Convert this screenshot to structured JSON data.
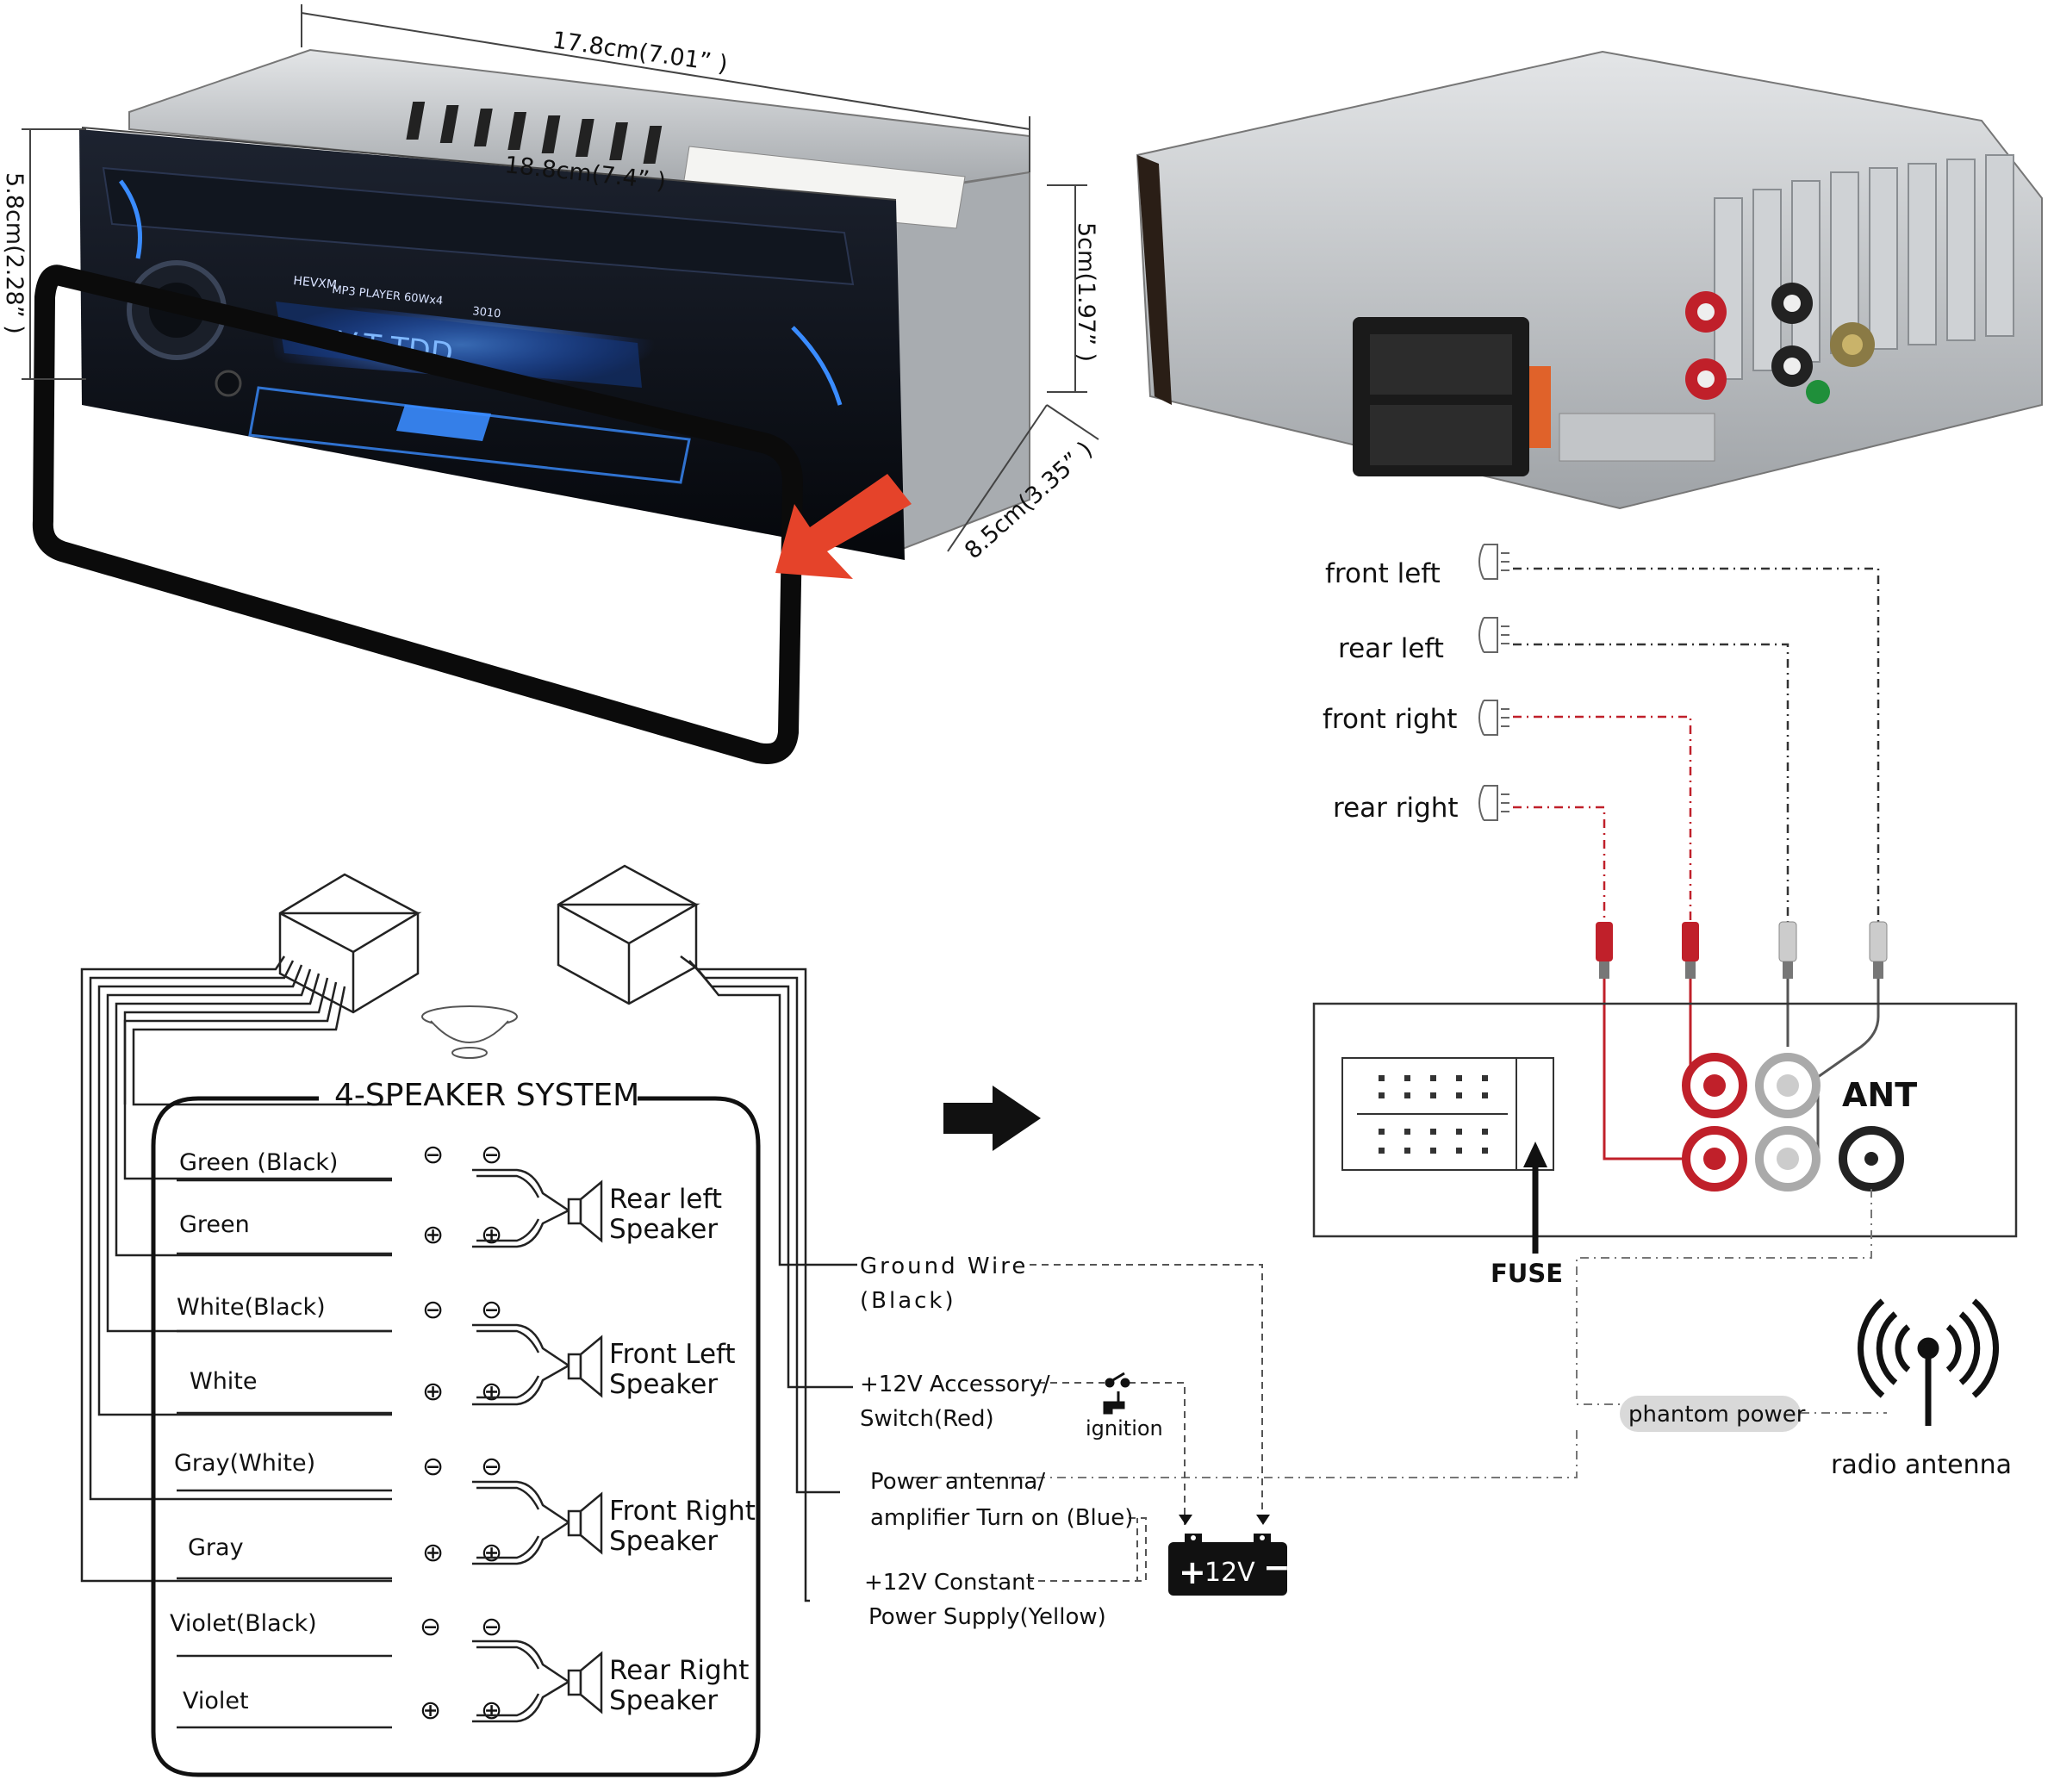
{
  "dimensions": {
    "width_top": "17.8cm(7.01” )",
    "width_faceplate": "18.8cm(7.4” )",
    "height_left": "5.8cm(2.28” )",
    "height_right": "5cm(1.97” )",
    "depth": "8.5cm(3.35” )"
  },
  "unit_front": {
    "brand": "HEVXM",
    "model_text": "MP3 PLAYER 60Wx4",
    "model_code": "3010",
    "display_text": "V-T·TDD"
  },
  "speaker_outputs": [
    {
      "label": "front left",
      "wire": "#333333"
    },
    {
      "label": "rear left",
      "wire": "#333333"
    },
    {
      "label": "front right",
      "wire": "#c0202a"
    },
    {
      "label": "rear right",
      "wire": "#c0202a"
    }
  ],
  "rear_panel": {
    "ant_label": "ANT",
    "fuse_label": "FUSE",
    "phantom_label": "phantom power",
    "antenna_label": "radio antenna"
  },
  "speaker_system": {
    "title": "4-SPEAKER SYSTEM",
    "minus_symbol": "⊖",
    "plus_symbol": "⊕",
    "wires": [
      "Green (Black)",
      "Green",
      "White(Black)",
      "White",
      "Gray(White)",
      "Gray",
      "Violet(Black)",
      "Violet"
    ],
    "speakers": [
      {
        "line1": "Rear left",
        "line2": "Speaker"
      },
      {
        "line1": "Front Left",
        "line2": "Speaker"
      },
      {
        "line1": "Front Right",
        "line2": "Speaker"
      },
      {
        "line1": "Rear Right",
        "line2": "Speaker"
      }
    ]
  },
  "power_wiring": {
    "ground_1": "Ground Wire",
    "ground_2": "(Black)",
    "acc_1": "+12V Accessory/",
    "acc_2": "Switch(Red)",
    "ignition": "ignition",
    "ant_1": "Power antenna/",
    "ant_2": "amplifier Turn on (Blue)",
    "const_1": "+12V Constant",
    "const_2": "Power Supply(Yellow)",
    "battery": "12V"
  },
  "colors": {
    "accent_blue": "#3a8cff",
    "arrow_red": "#e5432a",
    "rca_red": "#c0202a",
    "metal": "#b9bcbf"
  }
}
